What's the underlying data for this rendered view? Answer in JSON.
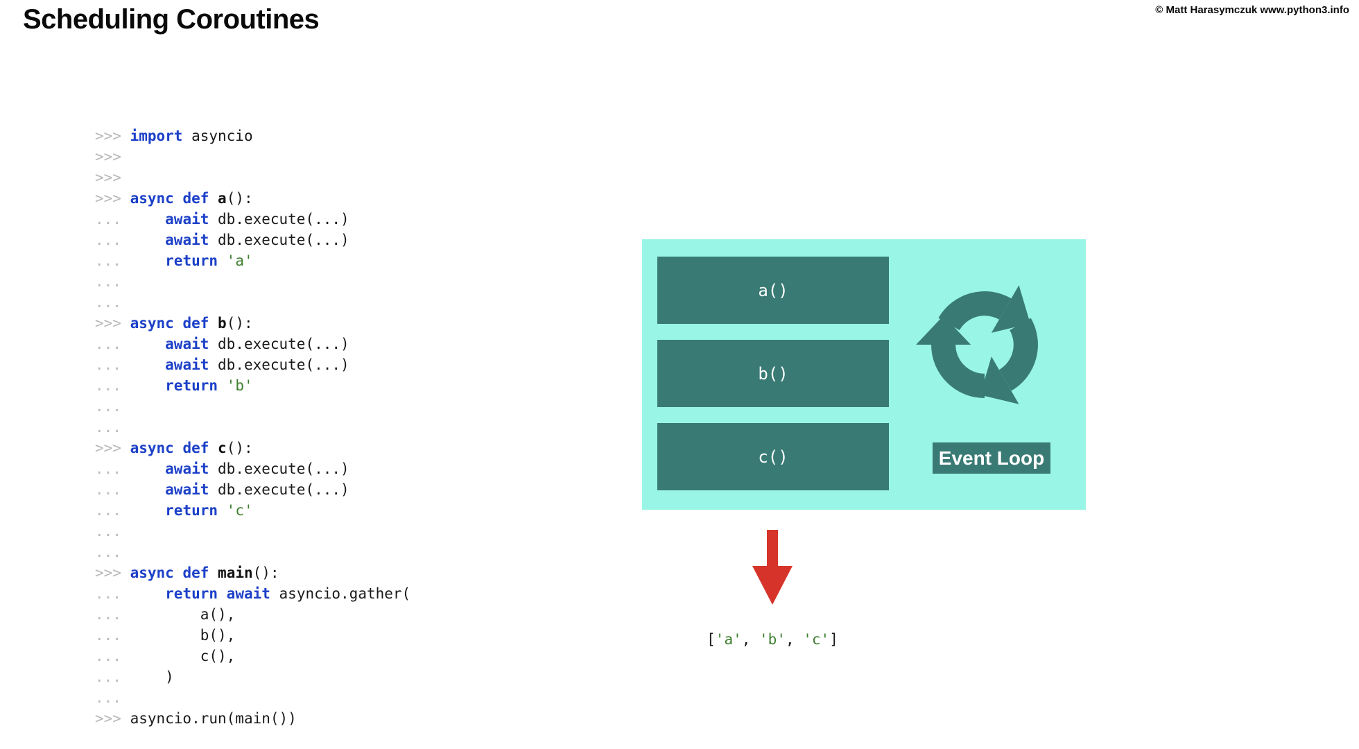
{
  "header": {
    "title": "Scheduling Coroutines",
    "copyright": "© Matt Harasymczuk www.python3.info"
  },
  "colors": {
    "aqua": "#99F5E6",
    "teal": "#397B74",
    "red": "#D6342A",
    "kw": "#1C40C8",
    "str": "#3D7F2F",
    "prompt": "#B9B9B9",
    "code": "#1A1A1A",
    "white": "#FFFFFF"
  },
  "code": {
    "lines": [
      [
        [
          "p",
          ">>> "
        ],
        [
          "k",
          "import"
        ],
        [
          "t",
          " asyncio"
        ]
      ],
      [
        [
          "p",
          ">>>"
        ]
      ],
      [
        [
          "p",
          ">>>"
        ]
      ],
      [
        [
          "p",
          ">>> "
        ],
        [
          "k",
          "async"
        ],
        [
          "t",
          " "
        ],
        [
          "k",
          "def"
        ],
        [
          "t",
          " "
        ],
        [
          "d",
          "a"
        ],
        [
          "t",
          "():"
        ]
      ],
      [
        [
          "p",
          "... "
        ],
        [
          "t",
          "    "
        ],
        [
          "k",
          "await"
        ],
        [
          "t",
          " db.execute(...)"
        ]
      ],
      [
        [
          "p",
          "... "
        ],
        [
          "t",
          "    "
        ],
        [
          "k",
          "await"
        ],
        [
          "t",
          " db.execute(...)"
        ]
      ],
      [
        [
          "p",
          "... "
        ],
        [
          "t",
          "    "
        ],
        [
          "k",
          "return"
        ],
        [
          "t",
          " "
        ],
        [
          "s",
          "'a'"
        ]
      ],
      [
        [
          "p",
          "..."
        ]
      ],
      [
        [
          "p",
          "..."
        ]
      ],
      [
        [
          "p",
          ">>> "
        ],
        [
          "k",
          "async"
        ],
        [
          "t",
          " "
        ],
        [
          "k",
          "def"
        ],
        [
          "t",
          " "
        ],
        [
          "d",
          "b"
        ],
        [
          "t",
          "():"
        ]
      ],
      [
        [
          "p",
          "... "
        ],
        [
          "t",
          "    "
        ],
        [
          "k",
          "await"
        ],
        [
          "t",
          " db.execute(...)"
        ]
      ],
      [
        [
          "p",
          "... "
        ],
        [
          "t",
          "    "
        ],
        [
          "k",
          "await"
        ],
        [
          "t",
          " db.execute(...)"
        ]
      ],
      [
        [
          "p",
          "... "
        ],
        [
          "t",
          "    "
        ],
        [
          "k",
          "return"
        ],
        [
          "t",
          " "
        ],
        [
          "s",
          "'b'"
        ]
      ],
      [
        [
          "p",
          "..."
        ]
      ],
      [
        [
          "p",
          "..."
        ]
      ],
      [
        [
          "p",
          ">>> "
        ],
        [
          "k",
          "async"
        ],
        [
          "t",
          " "
        ],
        [
          "k",
          "def"
        ],
        [
          "t",
          " "
        ],
        [
          "d",
          "c"
        ],
        [
          "t",
          "():"
        ]
      ],
      [
        [
          "p",
          "... "
        ],
        [
          "t",
          "    "
        ],
        [
          "k",
          "await"
        ],
        [
          "t",
          " db.execute(...)"
        ]
      ],
      [
        [
          "p",
          "... "
        ],
        [
          "t",
          "    "
        ],
        [
          "k",
          "await"
        ],
        [
          "t",
          " db.execute(...)"
        ]
      ],
      [
        [
          "p",
          "... "
        ],
        [
          "t",
          "    "
        ],
        [
          "k",
          "return"
        ],
        [
          "t",
          " "
        ],
        [
          "s",
          "'c'"
        ]
      ],
      [
        [
          "p",
          "..."
        ]
      ],
      [
        [
          "p",
          "..."
        ]
      ],
      [
        [
          "p",
          ">>> "
        ],
        [
          "k",
          "async"
        ],
        [
          "t",
          " "
        ],
        [
          "k",
          "def"
        ],
        [
          "t",
          " "
        ],
        [
          "d",
          "main"
        ],
        [
          "t",
          "():"
        ]
      ],
      [
        [
          "p",
          "... "
        ],
        [
          "t",
          "    "
        ],
        [
          "k",
          "return"
        ],
        [
          "t",
          " "
        ],
        [
          "k",
          "await"
        ],
        [
          "t",
          " asyncio.gather("
        ]
      ],
      [
        [
          "p",
          "... "
        ],
        [
          "t",
          "        a(),"
        ]
      ],
      [
        [
          "p",
          "... "
        ],
        [
          "t",
          "        b(),"
        ]
      ],
      [
        [
          "p",
          "... "
        ],
        [
          "t",
          "        c(),"
        ]
      ],
      [
        [
          "p",
          "... "
        ],
        [
          "t",
          "    )"
        ]
      ],
      [
        [
          "p",
          "..."
        ]
      ],
      [
        [
          "p",
          ">>> "
        ],
        [
          "t",
          "asyncio.run(main())"
        ]
      ]
    ]
  },
  "diagram": {
    "tasks": [
      "a()",
      "b()",
      "c()"
    ],
    "event_loop_label": "Event Loop",
    "icons": [
      "circular-arrows-icon",
      "down-arrow-icon"
    ],
    "result_tokens": [
      [
        "t",
        "["
      ],
      [
        "s",
        "'a'"
      ],
      [
        "t",
        ", "
      ],
      [
        "s",
        "'b'"
      ],
      [
        "t",
        ", "
      ],
      [
        "s",
        "'c'"
      ],
      [
        "t",
        "]"
      ]
    ]
  }
}
